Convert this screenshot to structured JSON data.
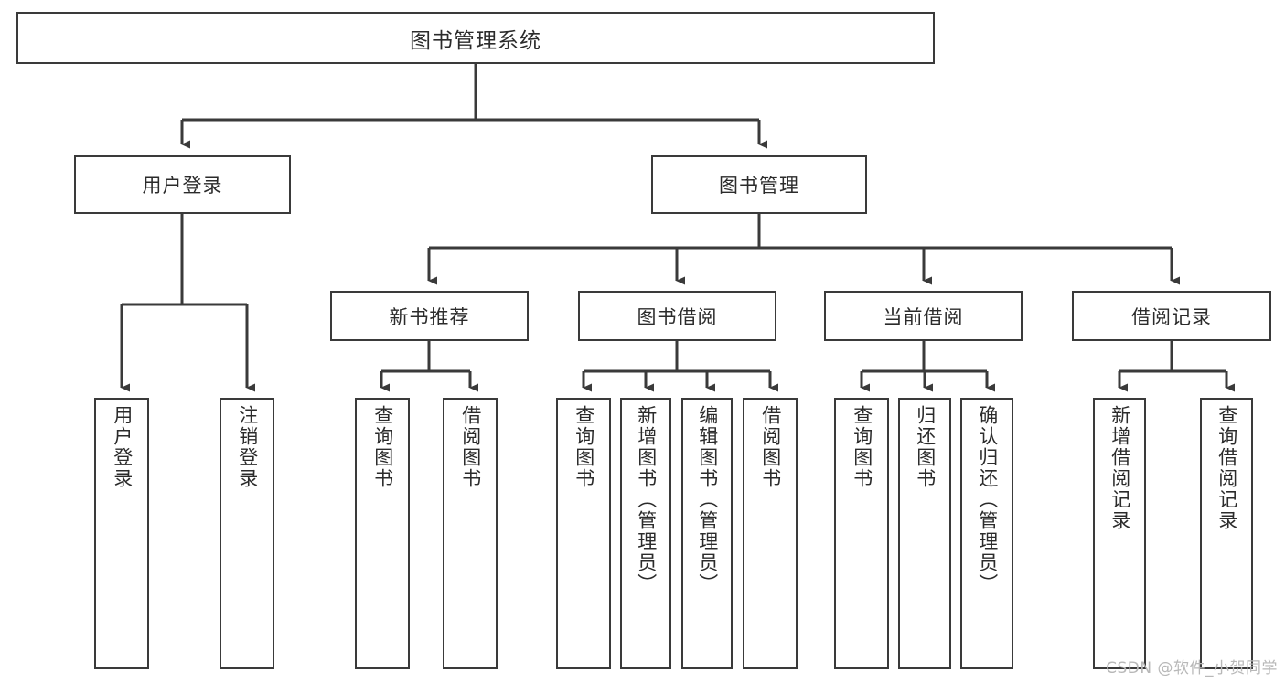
{
  "diagram": {
    "title": "图书管理系统",
    "type": "功能结构图",
    "colors": {
      "border": "#3a3a3a",
      "text": "#2b2b2b",
      "background": "#ffffff",
      "watermark": "#b8b8b8"
    },
    "root": {
      "label": "图书管理系统"
    },
    "level1": [
      {
        "label": "用户登录"
      },
      {
        "label": "图书管理"
      }
    ],
    "level2": [
      {
        "label": "新书推荐"
      },
      {
        "label": "图书借阅"
      },
      {
        "label": "当前借阅"
      },
      {
        "label": "借阅记录"
      }
    ],
    "leaves": [
      {
        "label": "用户登录"
      },
      {
        "label": "注销登录"
      },
      {
        "label": "查询图书"
      },
      {
        "label": "借阅图书"
      },
      {
        "label": "查询图书"
      },
      {
        "label": "新增图书（管理员）"
      },
      {
        "label": "编辑图书（管理员）"
      },
      {
        "label": "借阅图书"
      },
      {
        "label": "查询图书"
      },
      {
        "label": "归还图书"
      },
      {
        "label": "确认归还（管理员）"
      },
      {
        "label": "新增借阅记录"
      },
      {
        "label": "查询借阅记录"
      }
    ]
  },
  "watermark": {
    "text": "CSDN @软件_小贺同学"
  }
}
